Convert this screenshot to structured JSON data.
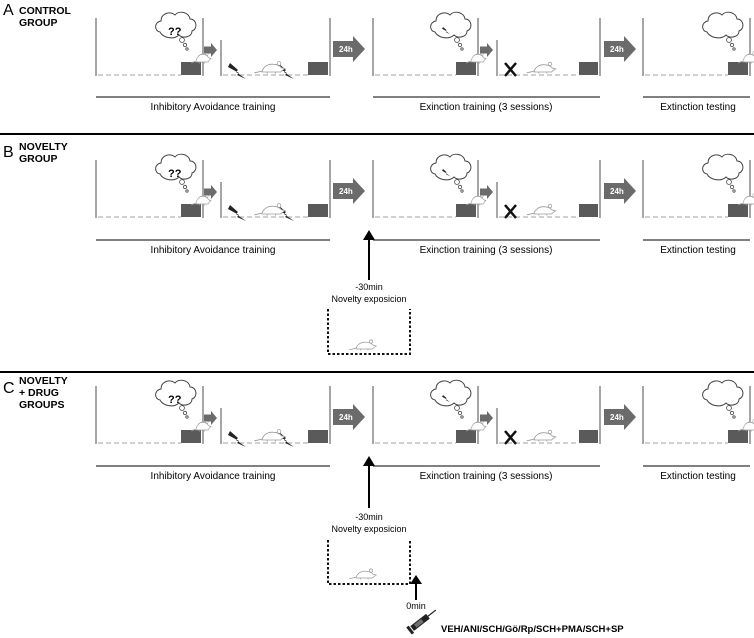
{
  "panels": [
    {
      "letter": "A",
      "group_lines": [
        "CONTROL",
        "GROUP"
      ],
      "arrow_label": "24h",
      "phases": [
        "Inhibitory Avoidance training",
        "Exinction training (3 sessions)",
        "Extinction testing"
      ],
      "thought_text": "??"
    },
    {
      "letter": "B",
      "group_lines": [
        "NOVELTY",
        "GROUP"
      ],
      "arrow_label": "24h",
      "phases": [
        "Inhibitory Avoidance training",
        "Exinction training (3 sessions)",
        "Extinction testing"
      ],
      "thought_text": "??",
      "novelty_time": "-30min",
      "novelty_text": "Novelty exposicion"
    },
    {
      "letter": "C",
      "group_lines": [
        "NOVELTY",
        "+ DRUG",
        "GROUPS"
      ],
      "arrow_label": "24h",
      "phases": [
        "Inhibitory Avoidance training",
        "Exinction training (3 sessions)",
        "Extinction testing"
      ],
      "thought_text": "??",
      "novelty_time": "-30min",
      "novelty_text": "Novelty exposicion",
      "injection_time": "0min",
      "drug_text": "VEH/ANI/SCH/Gö/Rp/SCH+PMA/SCH+SP"
    }
  ],
  "colors": {
    "arrow_fill": "#6b6b6b",
    "platform": "#5a5a5a",
    "box_wall": "#888888",
    "floor_dash": "#b5b5b5"
  },
  "icons": [
    "thought-bubble-icon",
    "rat-icon",
    "lightning-icon",
    "cross-icon",
    "syringe-icon",
    "arrow-right-icon",
    "arrow-up-icon"
  ]
}
